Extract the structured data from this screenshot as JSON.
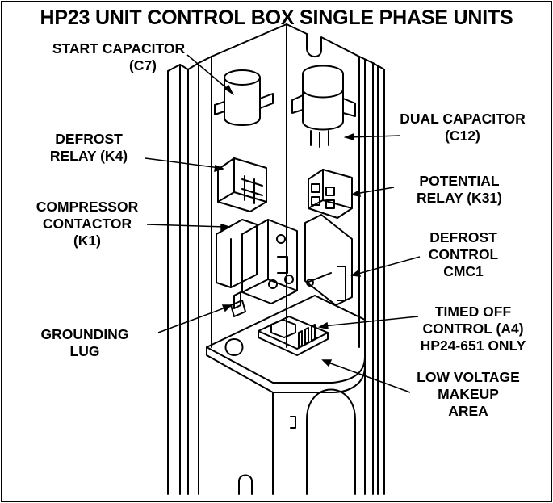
{
  "title": "HP23 UNIT CONTROL BOX SINGLE PHASE UNITS",
  "labels": {
    "start_capacitor": [
      "START CAPACITOR",
      "(C7)"
    ],
    "defrost_relay": [
      "DEFROST",
      "RELAY (K4)"
    ],
    "compressor_contactor": [
      "COMPRESSOR",
      "CONTACTOR",
      "(K1)"
    ],
    "grounding_lug": [
      "GROUNDING",
      "LUG"
    ],
    "dual_capacitor": [
      "DUAL CAPACITOR",
      "(C12)"
    ],
    "potential_relay": [
      "POTENTIAL",
      "RELAY (K31)"
    ],
    "defrost_control": [
      "DEFROST",
      "CONTROL",
      "CMC1"
    ],
    "timed_off_control": [
      "TIMED OFF",
      "CONTROL (A4)",
      "HP24-651 ONLY"
    ],
    "low_voltage_area": [
      "LOW VOLTAGE",
      "MAKEUP",
      "AREA"
    ]
  }
}
